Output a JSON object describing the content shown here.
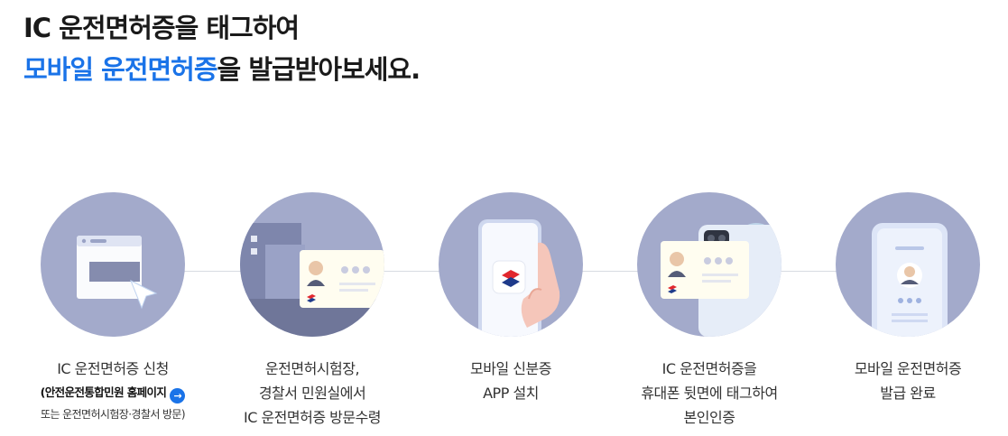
{
  "heading": {
    "line1": "IC 운전면허증을 태그하여",
    "line2_accent": "모바일 운전면허증",
    "line2_rest": "을 발급받아보세요."
  },
  "colors": {
    "accent": "#1a73e8",
    "circle": "#a3aacb",
    "connector": "#d8dbe2"
  },
  "steps": [
    {
      "icon": "browser-window-icon",
      "title_lines": [
        "IC 운전면허증 신청"
      ],
      "sub_link": "(안전운전통합민원 홈페이지",
      "sub_note": "또는 운전면허시험장·경찰서 방문)"
    },
    {
      "icon": "office-building-id-card-icon",
      "title_lines": [
        "운전면허시험장,",
        "경찰서 민원실에서",
        "IC 운전면허증 방문수령"
      ]
    },
    {
      "icon": "phone-app-icon",
      "title_lines": [
        "모바일 신분증",
        "APP 설치"
      ]
    },
    {
      "icon": "phone-tag-card-icon",
      "title_lines": [
        "IC 운전면허증을",
        "휴대폰 뒷면에 태그하여",
        "본인인증"
      ]
    },
    {
      "icon": "mobile-license-icon",
      "title_lines": [
        "모바일 운전면허증",
        "발급 완료"
      ]
    }
  ]
}
